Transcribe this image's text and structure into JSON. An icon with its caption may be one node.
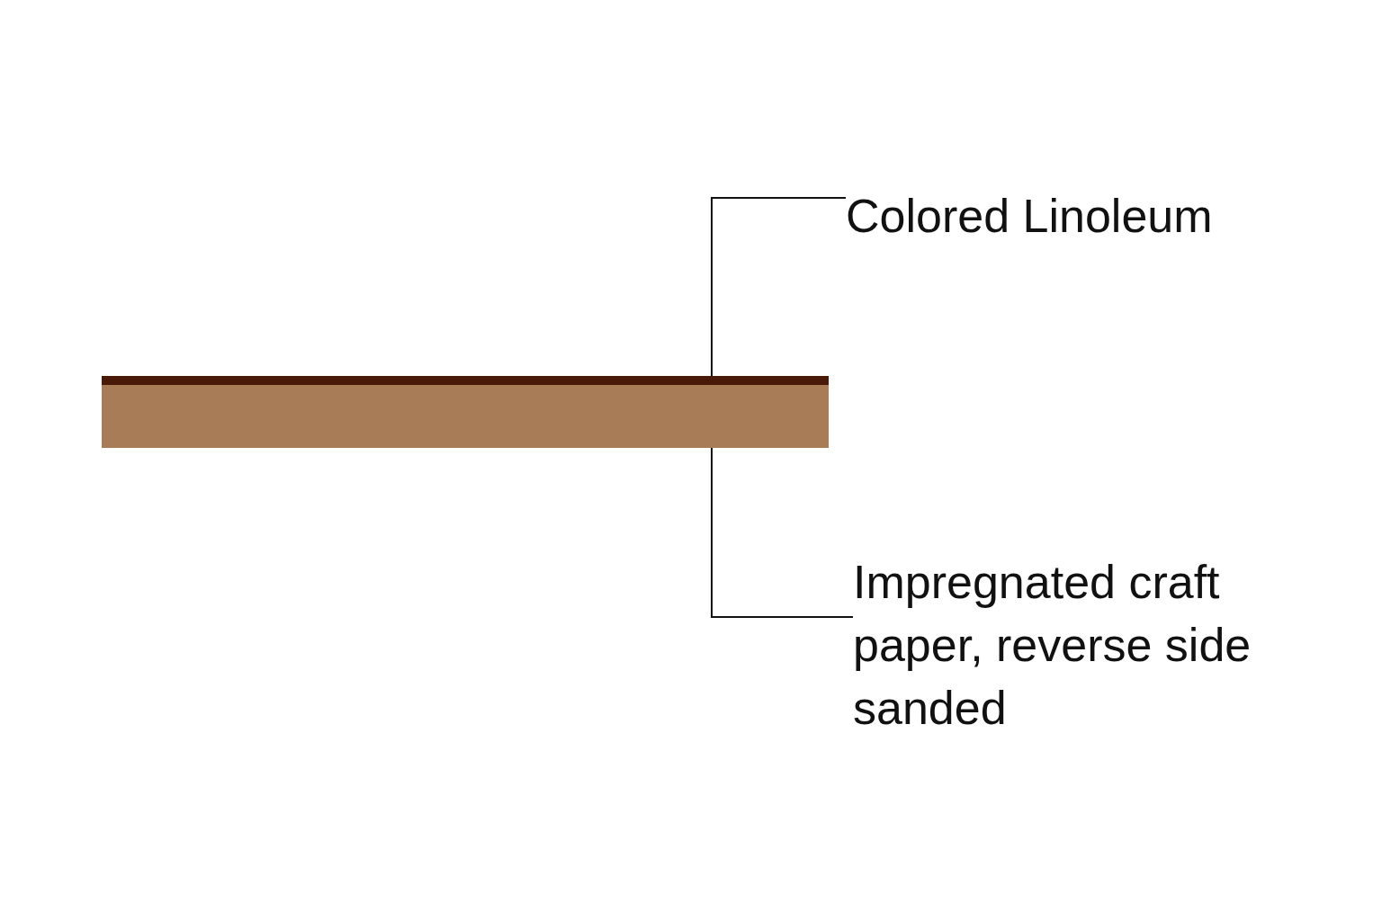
{
  "diagram": {
    "nodes": [
      {
        "text": [
          "Colored Linoleum"
        ]
      },
      {
        "text": [],
        "shape": "bar"
      },
      {
        "text": [],
        "shape": "bar"
      },
      {
        "text": [
          "Impregnated craft paper, reverse side sanded"
        ]
      }
    ],
    "edges": [
      {
        "from": 0,
        "to": 1,
        "arrow": "none"
      },
      {
        "from": 3,
        "to": 2,
        "arrow": "none"
      }
    ]
  }
}
